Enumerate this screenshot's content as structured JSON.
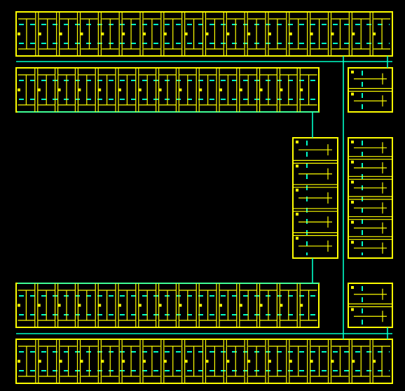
{
  "drawing": {
    "wall_color": "#ffff00",
    "corridor_color": "#00ffc8",
    "background": "#000000"
  },
  "wings": [
    {
      "id": "north-outer",
      "rooms": 18
    },
    {
      "id": "north-inner",
      "rooms": 15
    },
    {
      "id": "east-upper",
      "rooms": 2
    },
    {
      "id": "central-west",
      "rooms": 5
    },
    {
      "id": "central-east",
      "rooms": 6
    },
    {
      "id": "east-lower",
      "rooms": 2
    },
    {
      "id": "south-inner",
      "rooms": 15
    },
    {
      "id": "south-outer",
      "rooms": 18
    }
  ]
}
